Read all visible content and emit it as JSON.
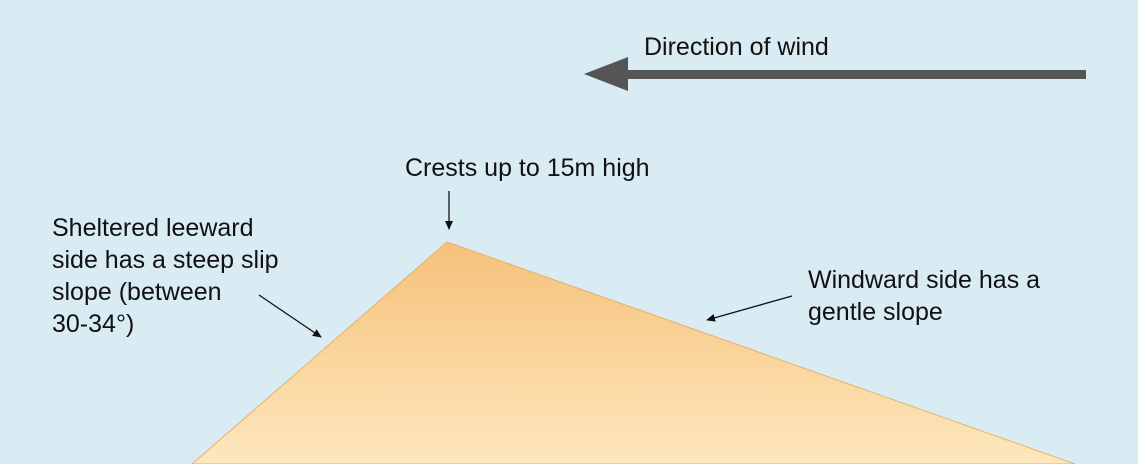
{
  "labels": {
    "wind_direction": "Direction of wind",
    "crest": "Crests up to 15m high",
    "leeward": [
      "Sheltered leeward",
      "side has a steep slip",
      "slope (between",
      "30-34°)"
    ],
    "windward": [
      "Windward side has a",
      "gentle slope"
    ]
  },
  "colors": {
    "sky": "#d9ebf3",
    "dune_top": "#f6c17a",
    "dune_bottom": "#fde7bd",
    "arrow": "#555555",
    "text": "#111111"
  },
  "icons": {
    "wind_arrow": "left-arrow-icon",
    "pointer": "thin-arrow-icon"
  }
}
